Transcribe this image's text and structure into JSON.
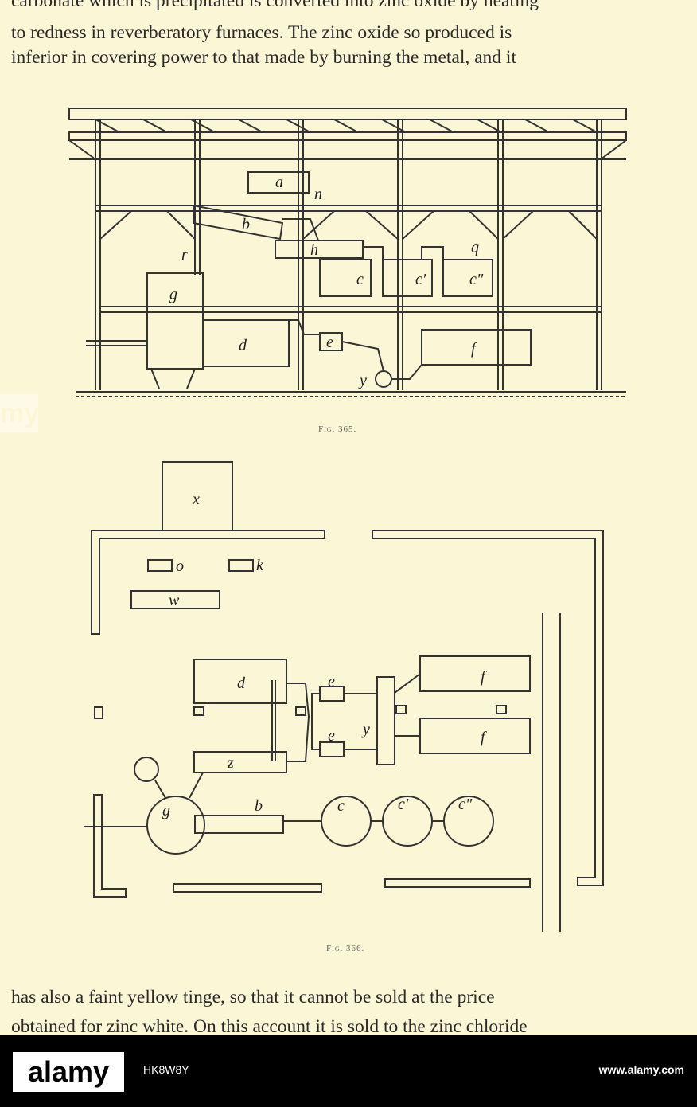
{
  "text": {
    "line0": "carbonate which is precipitated is converted into zinc oxide by heating",
    "line1": "to redness in reverberatory furnaces.  The zinc oxide so produced is",
    "line2": "inferior in covering power to that made by burning the metal, and it",
    "line3": "has also a faint yellow tinge, so that it cannot be sold at the price",
    "line4": "obtained for zinc white.  On this account it is sold to the zinc chloride"
  },
  "figures": {
    "fig365_caption": "Fig. 365.",
    "fig366_caption": "Fig. 366.",
    "fig365_labels": [
      "a",
      "n",
      "b",
      "r",
      "h",
      "q",
      "c",
      "c'",
      "c\"",
      "g",
      "d",
      "e",
      "f",
      "y"
    ],
    "fig366_labels": [
      "x",
      "o",
      "k",
      "w",
      "d",
      "e",
      "e",
      "y",
      "f",
      "f",
      "z",
      "g",
      "b",
      "c",
      "c'",
      "c\""
    ]
  },
  "watermark": {
    "logo_text": "alamy",
    "image_id": "HK8W8Y",
    "site": "www.alamy.com"
  }
}
